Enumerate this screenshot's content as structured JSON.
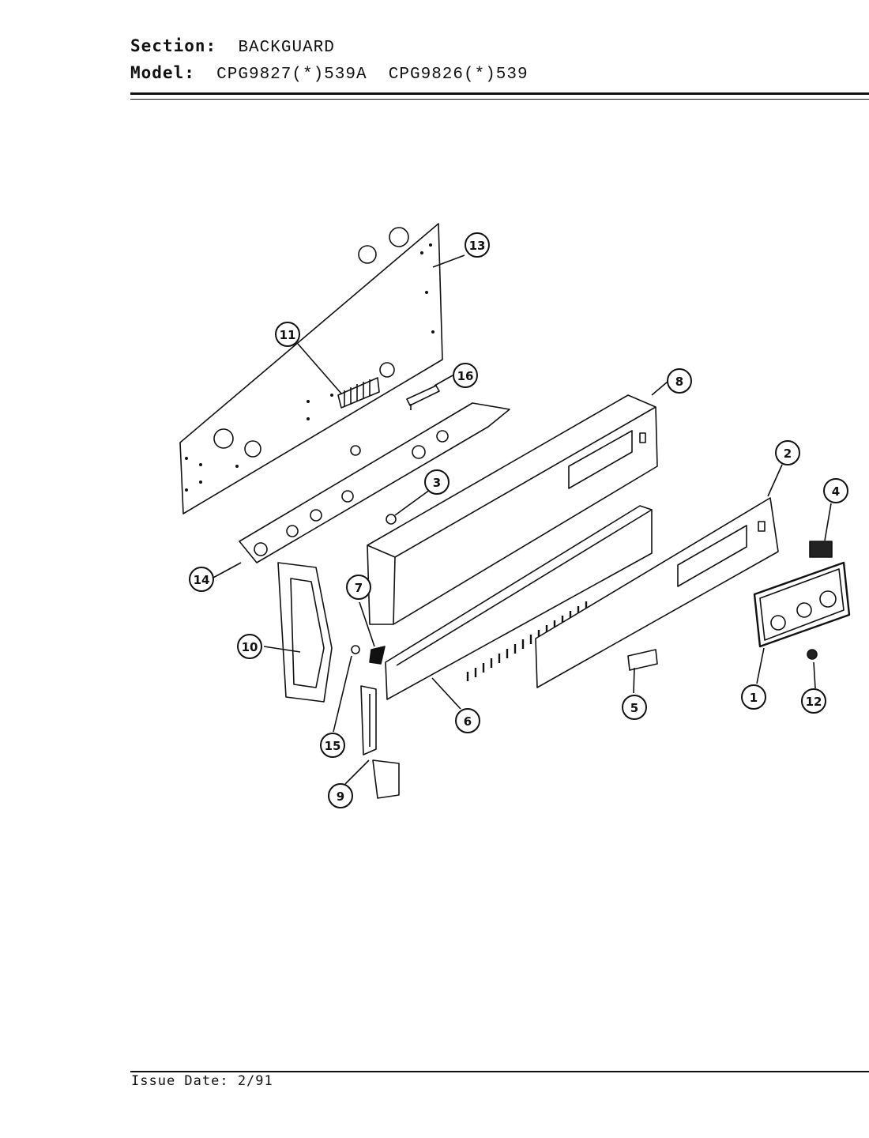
{
  "header": {
    "section_label": "Section:",
    "section_value": "BACKGUARD",
    "model_label": "Model:",
    "model_value": "CPG9827(*)539A  CPG9826(*)539"
  },
  "callouts": [
    "1",
    "2",
    "3",
    "4",
    "5",
    "6",
    "7",
    "8",
    "9",
    "10",
    "11",
    "12",
    "13",
    "14",
    "15",
    "16"
  ],
  "footer": {
    "issue_date": "Issue Date: 2/91"
  }
}
